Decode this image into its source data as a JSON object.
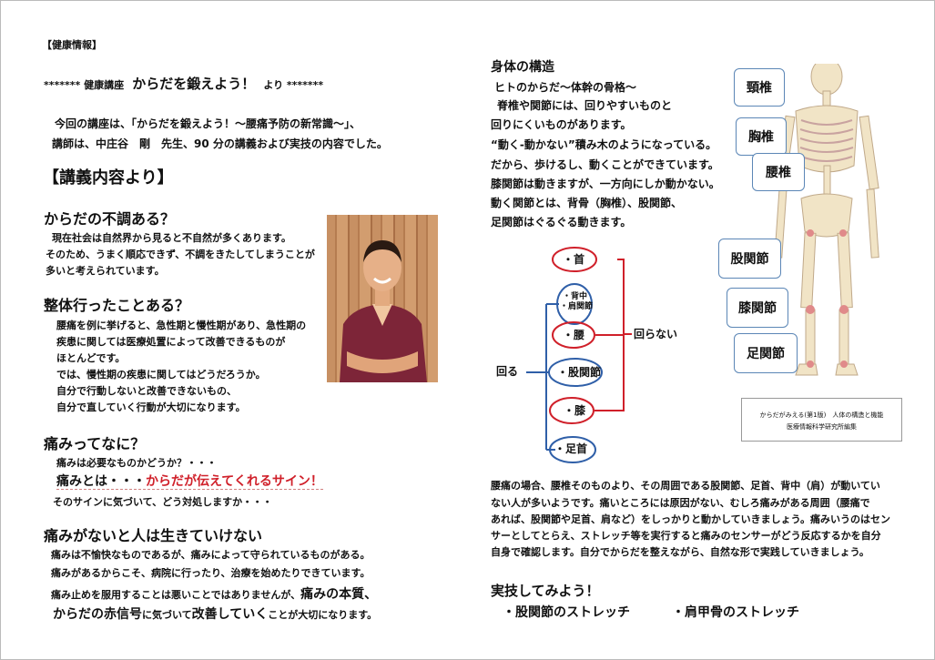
{
  "header": {
    "label": "【健康情報】"
  },
  "course": {
    "prefix": "******* 健康講座",
    "title": "からだを鍛えよう！",
    "suffix": "より *******"
  },
  "intro": {
    "line1": "今回の講座は、「からだを鍛えよう！〜腰痛予防の新常識〜」、",
    "line2": "講師は、中庄谷　剛　先生、90 分の講義および実技の内容でした。"
  },
  "section_heading": "【講義内容より】",
  "s1": {
    "heading": "からだの不調ある？",
    "lines": [
      "現在社会は自然界から見ると不自然が多くあります。",
      "そのため、うまく順応できず、不調をきたしてしまうことが",
      "多いと考えられています。"
    ]
  },
  "s2": {
    "heading": "整体行ったことある？",
    "lines": [
      "腰痛を例に挙げると、急性期と慢性期があり、急性期の",
      "疾患に関しては医療処置によって改善できるものが",
      "ほとんどです。",
      "では、慢性期の疾患に関してはどうだろうか。",
      "自分で行動しないと改善できないもの、",
      "自分で直していく行動が大切になります。"
    ]
  },
  "s3": {
    "heading": "痛みってなに？",
    "line1": "痛みは必要なものかどうか？・・・",
    "big_prefix": "痛みとは・・・",
    "big_red": "からだが伝えてくれるサイン！",
    "line3": "そのサインに気づいて、どう対処しますか・・・"
  },
  "s4": {
    "heading": "痛みがないと人は生きていけない",
    "line1": "痛みは不愉快なものであるが、痛みによって守られているものがある。",
    "line2": "痛みがあるからこそ、病院に行ったり、治療を始めたりできています。",
    "line3a": "痛み止めを服用することは悪いことではありませんが、",
    "line3b": "痛みの本質、",
    "line4a": "からだの赤信号",
    "line4b": "に気づいて",
    "line4c": "改善していく",
    "line4d": "ことが大切になります。"
  },
  "right": {
    "heading": "身体の構造",
    "sub": "ヒトのからだ〜体幹の骨格〜",
    "lines": [
      "脊椎や関節には、回りやすいものと",
      "回りにくいものがあります。",
      "“動く-動かない”積み木のようになっている。",
      "だから、歩けるし、動くことができています。",
      "膝関節は動きますが、一方向にしか動かない。",
      "動く関節とは、背骨（胸椎）、股関節、",
      "足関節はぐるぐる動きます。"
    ]
  },
  "diagram": {
    "nodes": [
      "・首",
      "・背中",
      "・肩関節",
      "・腰",
      "・股関節",
      "・膝",
      "・足首"
    ],
    "rotate": "回る",
    "no_rotate": "回らない"
  },
  "skeleton": {
    "labels": [
      "頸椎",
      "胸椎",
      "腰椎",
      "股関節",
      "膝関節",
      "足関節"
    ],
    "caption1": "からだがみえる(第1版)　人体の構造と機能",
    "caption2": "医療情報科学研究所編集"
  },
  "summary": {
    "lines": [
      "腰痛の場合、腰椎そのものより、その周囲である股関節、足首、背中（肩）が動いてい",
      "ない人が多いようです。痛いところには原因がない、むしろ痛みがある周囲（腰痛で",
      "あれば、股関節や足首、肩など）をしっかりと動かしていきましょう。痛みいうのはセン",
      "サーとしてとらえ、ストレッチ等を実行すると痛みのセンサーがどう反応するかを自分",
      "自身で確認します。自分でからだを整えながら、自然な形で実践していきましょう。"
    ]
  },
  "practice": {
    "heading": "実技してみよう！",
    "item1": "・股関節のストレッチ",
    "item2": "・肩甲骨のストレッチ"
  },
  "colors": {
    "red": "#d0202a",
    "blue": "#2f5fa8",
    "tag_border": "#5b86b6"
  }
}
